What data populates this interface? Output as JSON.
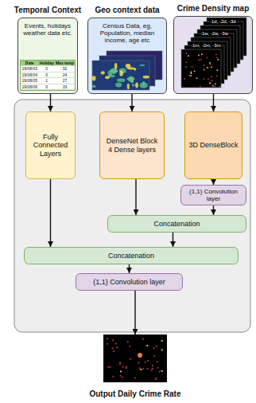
{
  "diagram": {
    "nodes": [
      {
        "text": [
          "Temporal Context",
          "Events, holidays weather data etc."
        ]
      },
      {
        "text": [
          "Geo context data",
          "Census Data, eg, Population, median income, age etc"
        ]
      },
      {
        "text": [
          "Crime Density map"
        ]
      },
      {
        "text": [
          "Fully Connected Layers"
        ]
      },
      {
        "text": [
          "DenseNet Block",
          "4 Dense layers"
        ]
      },
      {
        "text": [
          "3D DenseBlock"
        ]
      },
      {
        "text": [
          "(1,1) Convolution layer"
        ]
      },
      {
        "text": [
          "Concatenation"
        ]
      },
      {
        "text": [
          "Concatenation"
        ]
      },
      {
        "text": [
          "(1,1) Convolution layer"
        ]
      },
      {
        "text": [
          "Output Daily Crime Rate"
        ]
      }
    ],
    "edges": [
      {
        "from": 0,
        "to": 3,
        "arrow": "to"
      },
      {
        "from": 1,
        "to": 4,
        "arrow": "to"
      },
      {
        "from": 2,
        "to": 5,
        "arrow": "to"
      },
      {
        "from": 5,
        "to": 6,
        "arrow": "to"
      },
      {
        "from": 6,
        "to": 7,
        "arrow": "to"
      },
      {
        "from": 4,
        "to": 7,
        "arrow": "to"
      },
      {
        "from": 7,
        "to": 8,
        "arrow": "to"
      },
      {
        "from": 3,
        "to": 8,
        "arrow": "to"
      },
      {
        "from": 8,
        "to": 9,
        "arrow": "to"
      },
      {
        "from": 9,
        "to": 10,
        "arrow": "to"
      }
    ],
    "labels": [
      "Date",
      "Holiday",
      "Max temp",
      "19/08/03",
      "0",
      "32",
      "19/08/04",
      "0",
      "24",
      "19/08/05",
      "1",
      "27",
      "19/08/06",
      "0",
      "33",
      "-1d, -2d, -3d",
      "-1w, -2w, -3w",
      "-1m, -2m, -3m"
    ]
  }
}
